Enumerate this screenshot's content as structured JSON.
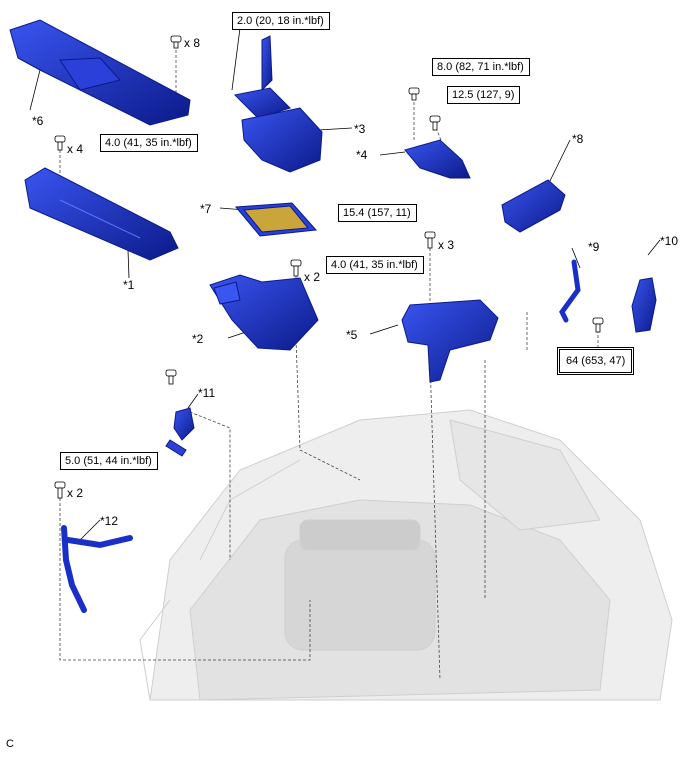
{
  "parts": [
    {
      "id": "p1",
      "label": "*1"
    },
    {
      "id": "p2",
      "label": "*2"
    },
    {
      "id": "p3",
      "label": "*3"
    },
    {
      "id": "p4",
      "label": "*4"
    },
    {
      "id": "p5",
      "label": "*5"
    },
    {
      "id": "p6",
      "label": "*6"
    },
    {
      "id": "p7",
      "label": "*7"
    },
    {
      "id": "p8",
      "label": "*8"
    },
    {
      "id": "p9",
      "label": "*9"
    },
    {
      "id": "p10",
      "label": "*10"
    },
    {
      "id": "p11",
      "label": "*11"
    },
    {
      "id": "p12",
      "label": "*12"
    }
  ],
  "torques": {
    "t1": "2.0 (20, 18 in.*lbf)",
    "t2": "8.0 (82, 71 in.*lbf)",
    "t3": "12.5 (127, 9)",
    "t4": "4.0 (41, 35 in.*lbf)",
    "t5": "15.4 (157, 11)",
    "t6": "4.0 (41, 35 in.*lbf)",
    "t7": "64 (653, 47)",
    "t8": "5.0 (51, 44 in.*lbf)"
  },
  "quantities": {
    "q1": "x 8",
    "q2": "x 4",
    "q3": "x 2",
    "q4": "x 3",
    "q5": "x 2"
  },
  "figure_code": "C",
  "colors": {
    "part": "#1a2fc8",
    "part_dark": "#0b1a8a",
    "engine": "#d9d9d9"
  }
}
